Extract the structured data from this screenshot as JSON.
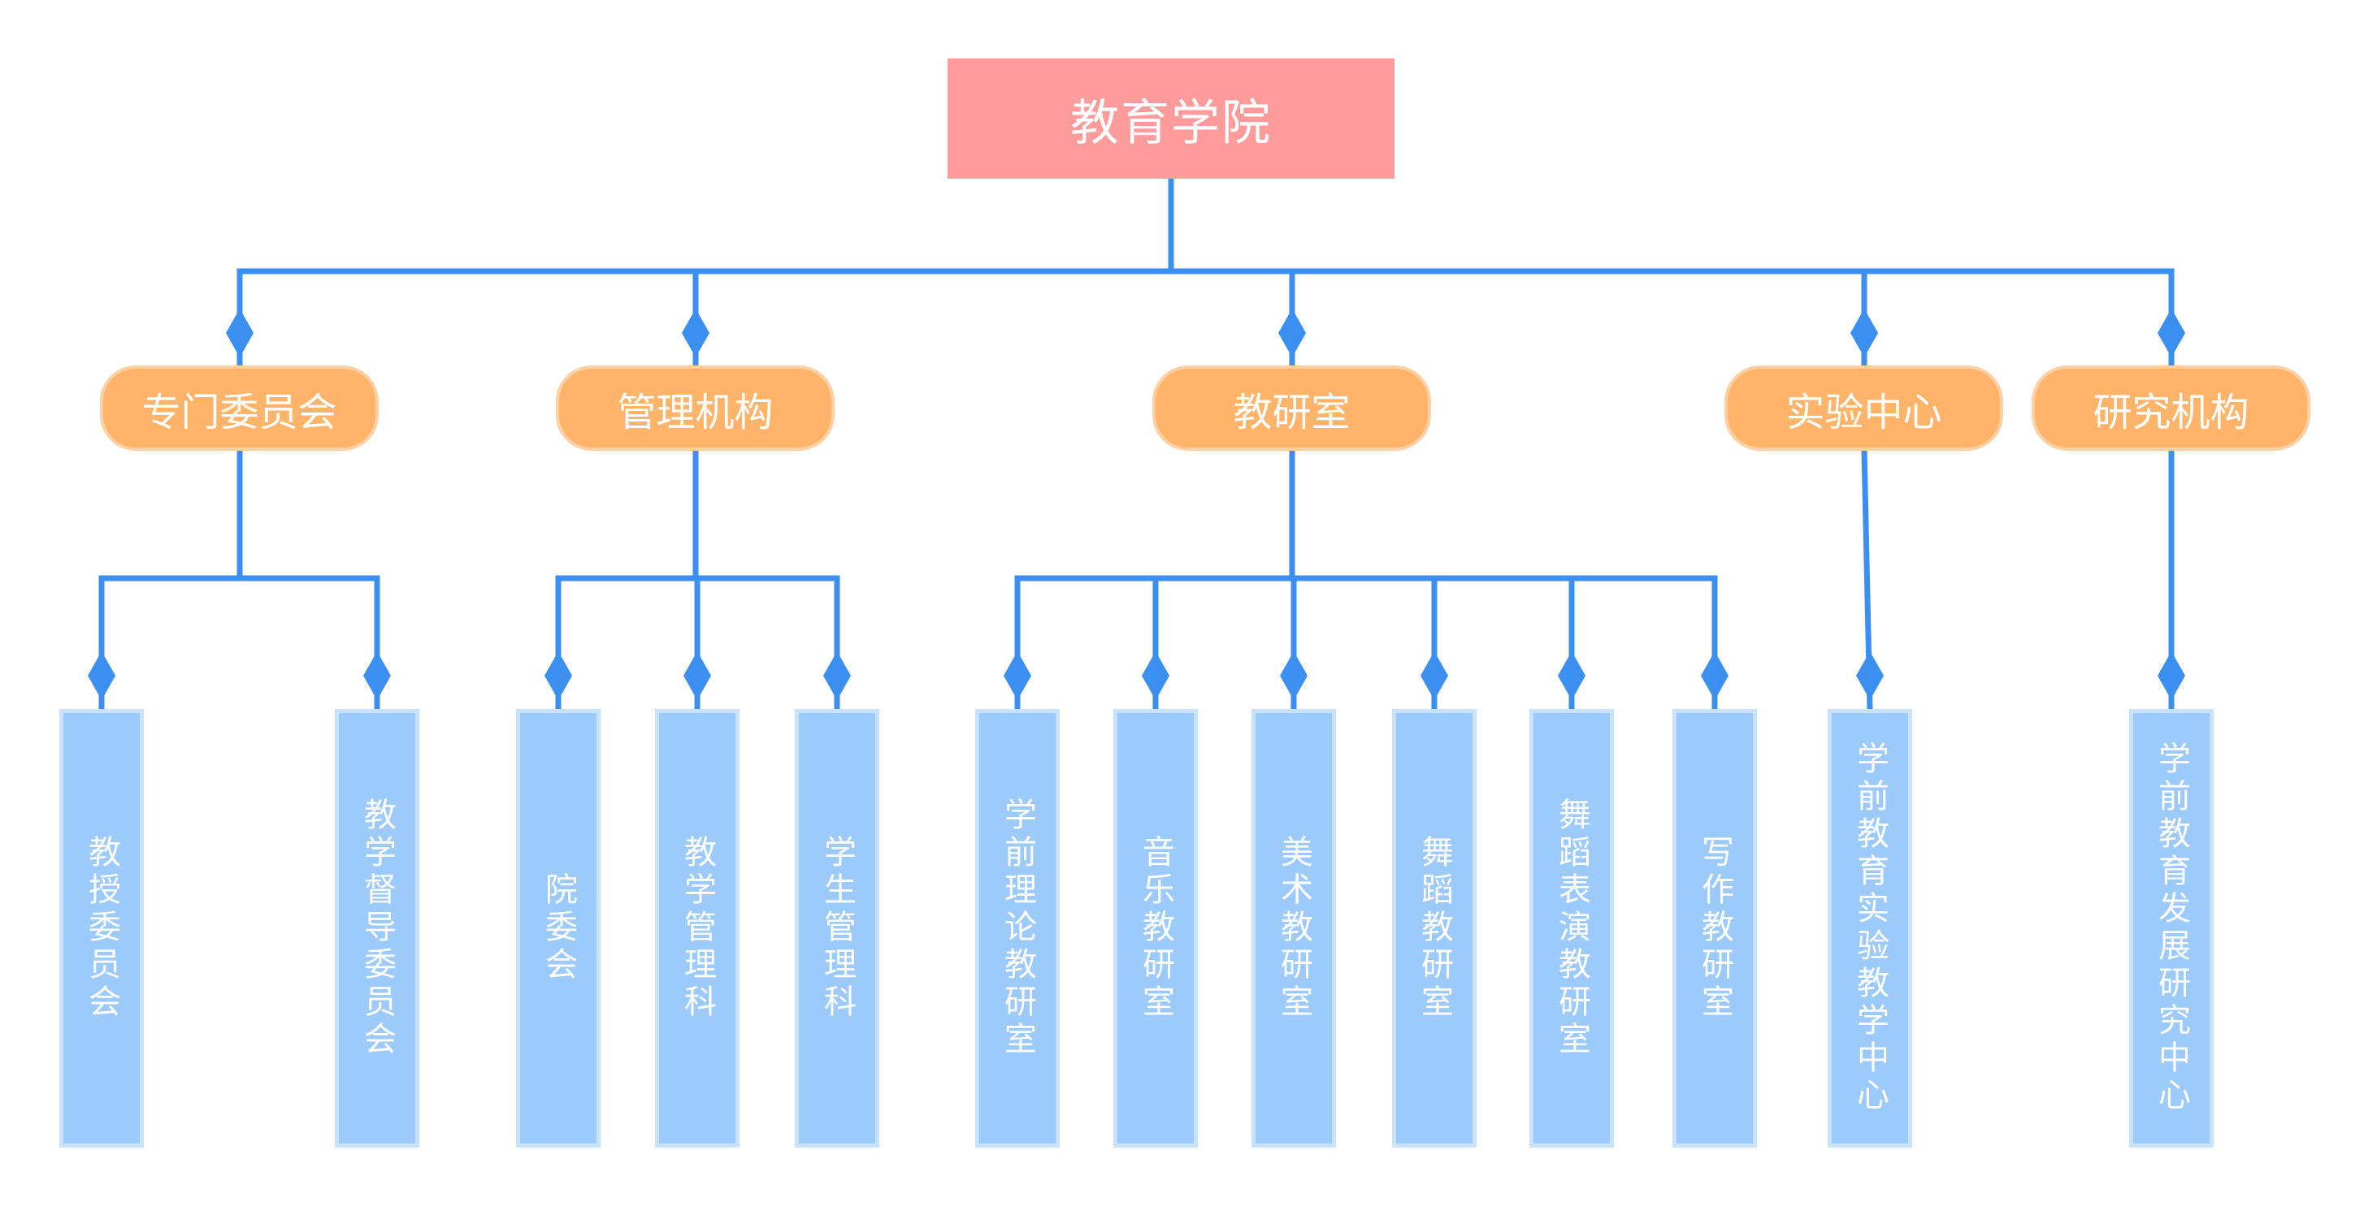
{
  "colors": {
    "root_fill": "#ff9b9b",
    "dept_fill": "#ffb469",
    "unit_fill": "#9ccbfb",
    "connector": "#3a8ff0",
    "label": "#ffffff"
  },
  "root": {
    "label": "教育学院"
  },
  "departments": [
    {
      "label": "专门委员会",
      "units": [
        "教授委员会",
        "教学督导委员会"
      ]
    },
    {
      "label": "管理机构",
      "units": [
        "院委会",
        "教学管理科",
        "学生管理科"
      ]
    },
    {
      "label": "教研室",
      "units": [
        "学前理论教研室",
        "音乐教研室",
        "美术教研室",
        "舞蹈教研室",
        "舞蹈表演教研室",
        "写作教研室"
      ]
    },
    {
      "label": "实验中心",
      "units": [
        "学前教育实验教学中心"
      ]
    },
    {
      "label": "研究机构",
      "units": [
        "学前教育发展研究中心"
      ]
    }
  ]
}
